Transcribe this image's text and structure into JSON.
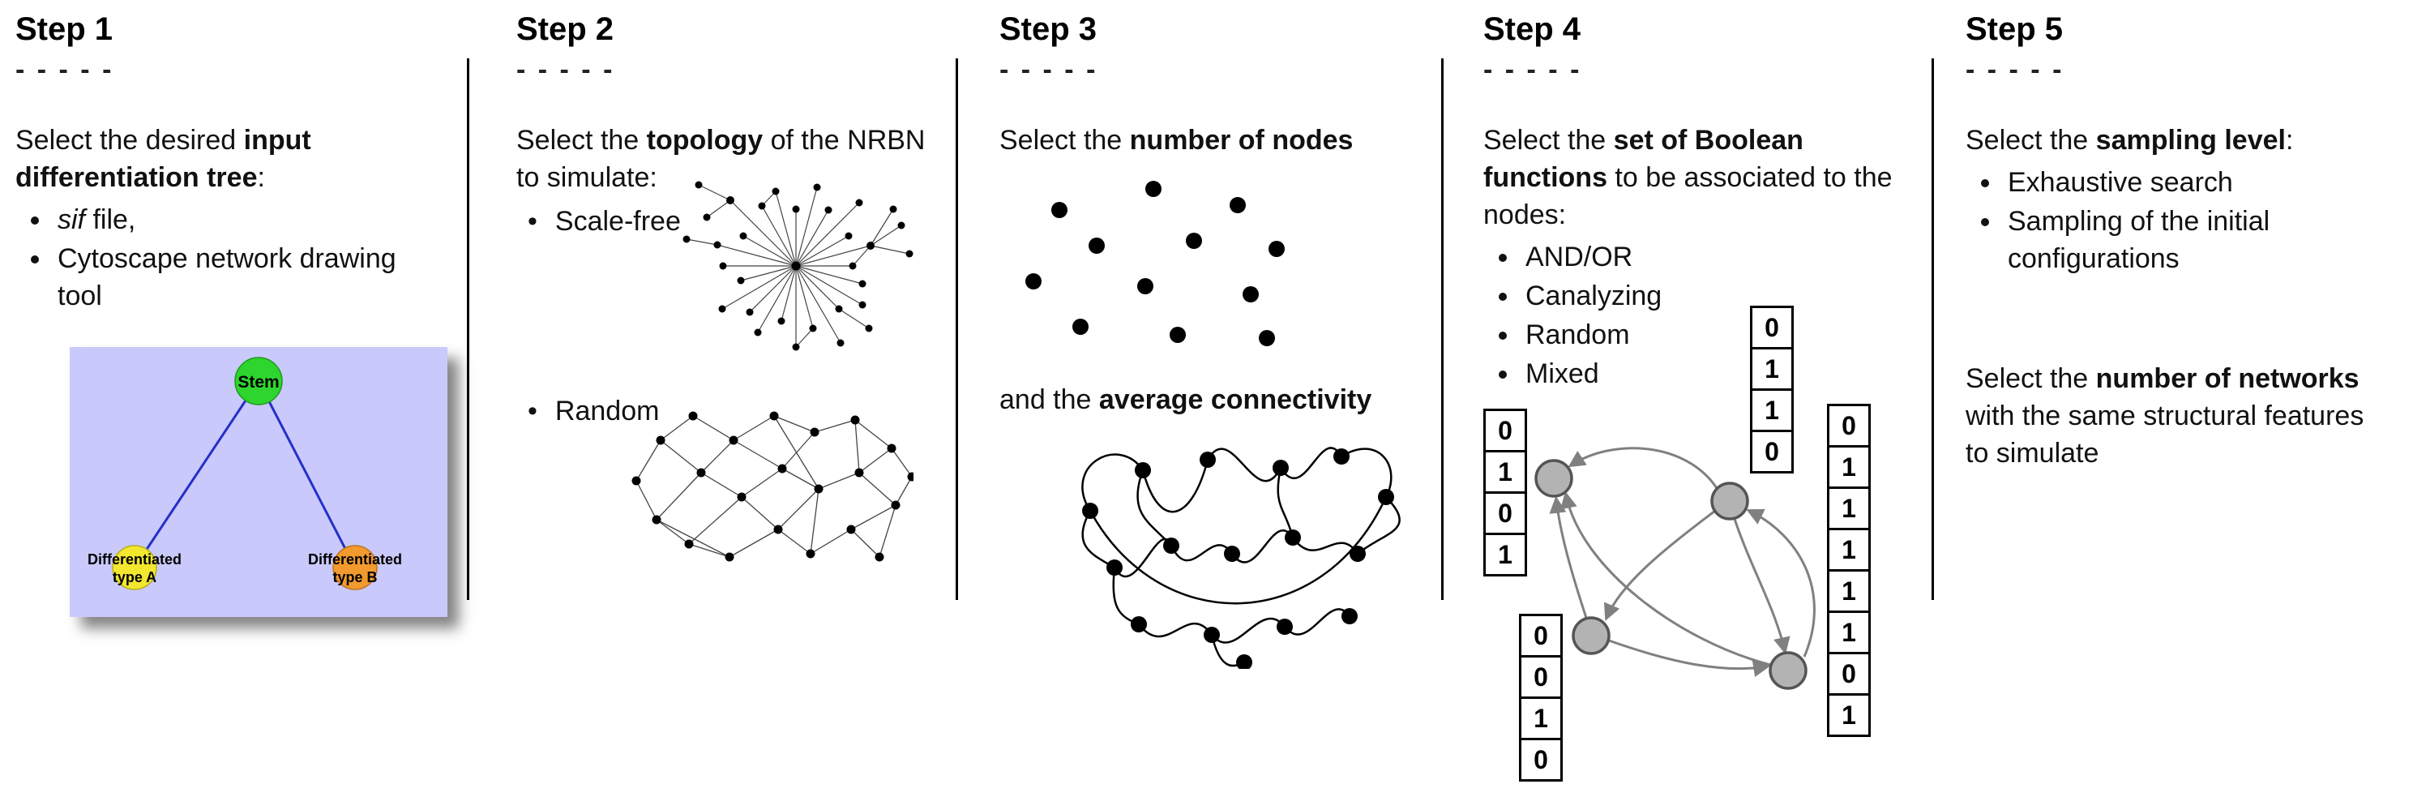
{
  "steps": [
    {
      "title": "Step 1",
      "dashes": "- - - - -",
      "intro": {
        "pre": "Select the desired ",
        "bold": "input differentiation tree",
        "post": ":"
      },
      "bullets": [
        {
          "italic": "sif",
          "rest": " file,"
        },
        {
          "text": "Cytoscape network drawing tool"
        }
      ],
      "tree": {
        "stem_label": "Stem",
        "a_label_1": "Differentiated",
        "a_label_2": "type A",
        "b_label_1": "Differentiated",
        "b_label_2": "type B",
        "colors": {
          "bg": "#c9c9fb",
          "stem": "#2ed52e",
          "a": "#f2e72e",
          "b": "#f29a2e",
          "edge": "#2330c8"
        }
      }
    },
    {
      "title": "Step 2",
      "dashes": "- - - - -",
      "intro": {
        "pre": "Select the ",
        "bold": "topology",
        "post": " of the NRBN to simulate:"
      },
      "bullets": [
        {
          "text": "Scale-free"
        },
        {
          "text": "Random"
        }
      ]
    },
    {
      "title": "Step 3",
      "dashes": "- - - - -",
      "line1": {
        "pre": "Select the ",
        "bold": "number of nodes",
        "post": ""
      },
      "line2": {
        "pre": "and the ",
        "bold": "average connectivity",
        "post": ""
      }
    },
    {
      "title": "Step 4",
      "dashes": "- - - - -",
      "intro": {
        "pre": "Select the ",
        "bold": "set of Boolean functions",
        "post": " to be associated to the nodes:"
      },
      "bullets": [
        {
          "text": "AND/OR"
        },
        {
          "text": "Canalyzing"
        },
        {
          "text": "Random"
        },
        {
          "text": "Mixed"
        }
      ],
      "node_color": "#b3b3b3",
      "arrow_color": "#808080",
      "tables": {
        "left": [
          "0",
          "1",
          "0",
          "1"
        ],
        "top": [
          "0",
          "1",
          "1",
          "0"
        ],
        "bottom": [
          "0",
          "0",
          "1",
          "0"
        ],
        "right": [
          "0",
          "1",
          "1",
          "1",
          "1",
          "1",
          "0",
          "1"
        ]
      }
    },
    {
      "title": "Step 5",
      "dashes": "- - - - -",
      "line1": {
        "pre": "Select the ",
        "bold": "sampling level",
        "post": ":"
      },
      "bullets": [
        {
          "text": "Exhaustive search"
        },
        {
          "text": "Sampling of the initial configurations"
        }
      ],
      "line2": {
        "pre": "Select the ",
        "bold": "number of networks",
        "post": " with the same structural features to simulate"
      }
    }
  ]
}
